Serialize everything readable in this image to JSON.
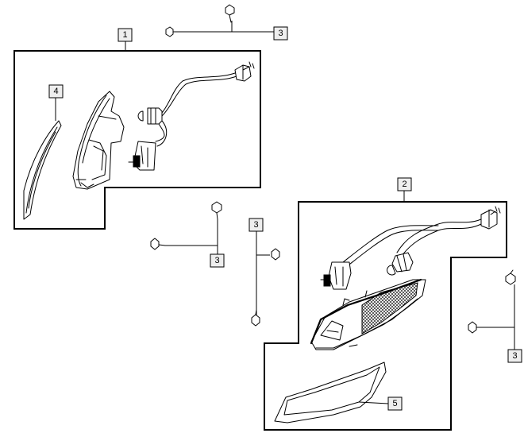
{
  "callouts": {
    "c1": "1",
    "c2": "2",
    "c3_top": "3",
    "c3_mid": "3",
    "c3_vert": "3",
    "c3_right": "3",
    "c4": "4",
    "c5": "5"
  }
}
